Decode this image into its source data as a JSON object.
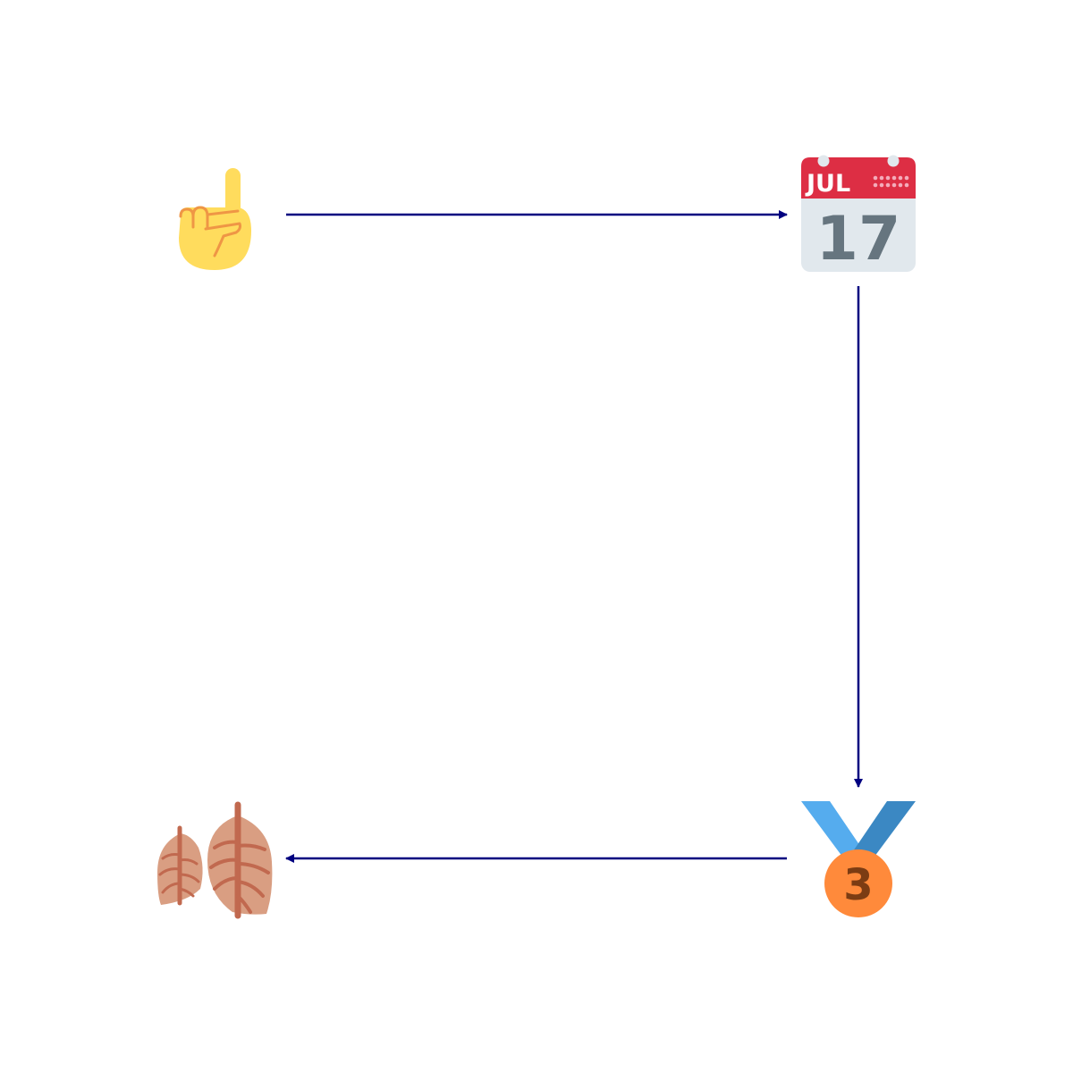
{
  "diagram": {
    "nodes": [
      {
        "id": "finger",
        "icon": "index-pointing-up-icon"
      },
      {
        "id": "calendar",
        "icon": "calendar-icon",
        "month": "JUL",
        "day": "17"
      },
      {
        "id": "medal",
        "icon": "third-place-medal-icon",
        "number": "3"
      },
      {
        "id": "leaves",
        "icon": "lungs-icon"
      }
    ],
    "edges": [
      {
        "from": "finger",
        "to": "calendar"
      },
      {
        "from": "calendar",
        "to": "medal"
      },
      {
        "from": "medal",
        "to": "leaves"
      }
    ]
  },
  "colors": {
    "arrow": "#000080",
    "finger_skin": "#FFDC5D",
    "finger_outline": "#EF9645",
    "calendar_header": "#DD2E44",
    "calendar_body": "#E1E8ED",
    "calendar_digits": "#66757F",
    "medal_ribbon_left": "#55ACEE",
    "medal_ribbon_right": "#3B88C3",
    "medal_body": "#FF8A3B",
    "medal_digit": "#7C3C13",
    "leaf_fill": "#D99E82",
    "leaf_vein": "#C1694F"
  }
}
